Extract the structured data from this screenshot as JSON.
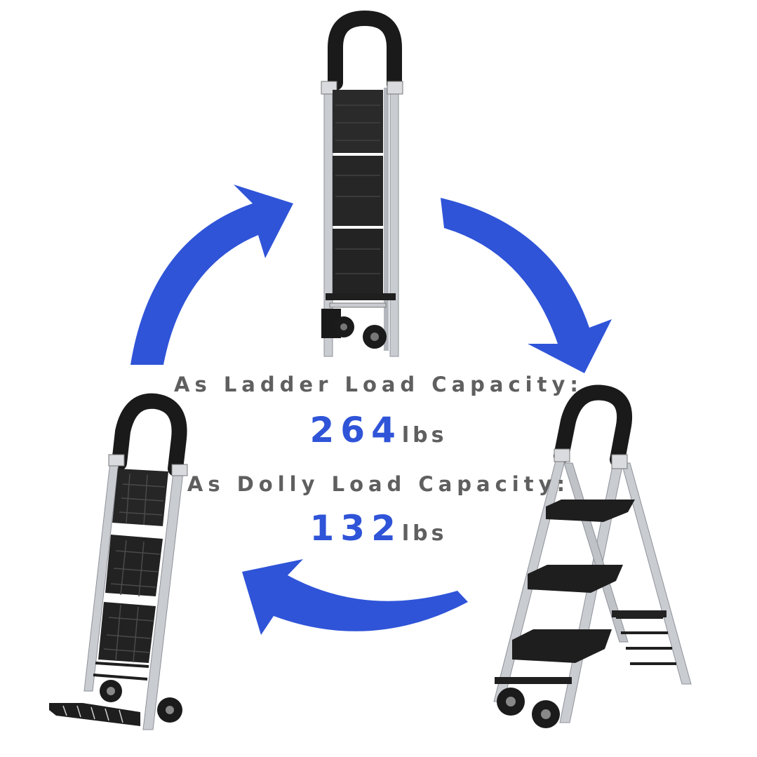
{
  "captions": {
    "ladder_label": "As Ladder Load Capacity:",
    "ladder_value": "264",
    "ladder_unit": "lbs",
    "dolly_label": "As Dolly Load Capacity:",
    "dolly_value": "132",
    "dolly_unit": "lbs"
  },
  "colors": {
    "arrow_blue": "#2f54d8",
    "caption_gray": "#5f5f5f",
    "frame_silver": "#c9ccd1",
    "step_black": "#1e1e1e"
  },
  "product_views": [
    "folded-ladder",
    "open-ladder",
    "hand-truck-dolly"
  ]
}
